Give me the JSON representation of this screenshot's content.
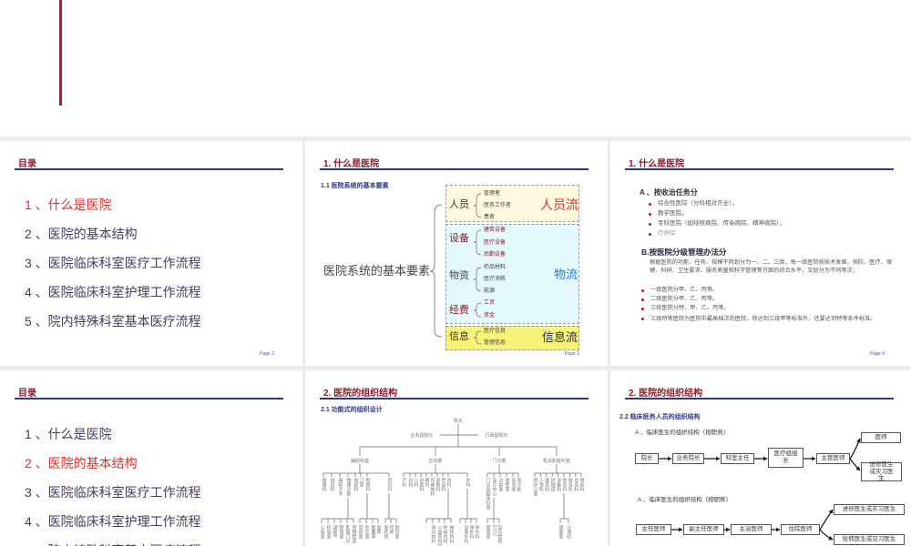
{
  "colors": {
    "title": "#8b1a2b",
    "underline": "#2e3a87",
    "highlight": "#e0302a",
    "people_flow": "#e0302a",
    "material_flow": "#1e7fd0",
    "info_flow": "#1f2a44"
  },
  "toc": {
    "title": "目录",
    "items": [
      "1 、什么是医院",
      "2 、医院的基本结构",
      "3 、医院临床科室医疗工作流程",
      "4 、医院临床科室护理工作流程",
      "5 、院内特殊科室基本医疗流程"
    ],
    "page": "Page 2"
  },
  "slide3": {
    "title": "1. 什么是医院",
    "subtitle": "1.1  医院系统的基本要素",
    "main": "医院系统的基本要素",
    "people": {
      "label": "人员",
      "items": [
        "管理者",
        "医务工作者",
        "患者"
      ],
      "flow": "人员流"
    },
    "equipment": {
      "label": "设备",
      "items": [
        "建筑设备",
        "医疗设备",
        "后勤设备"
      ]
    },
    "materials": {
      "label": "物资",
      "items": [
        "药品材料",
        "医疗消耗",
        "能源"
      ]
    },
    "funds": {
      "label": "经费",
      "items": [
        "工资",
        "资金"
      ]
    },
    "material_flow": "物流",
    "info": {
      "label": "信息",
      "items": [
        "医疗信息",
        "管理信息"
      ],
      "flow": "信息流"
    },
    "page": "Page 3"
  },
  "slide4": {
    "title": "1. 什么是医院",
    "a_head": "A 、按收治任务分",
    "a_items": [
      "综合性医院（分科相对齐全），",
      "教学医院，",
      "专科医院（如结核病院、传染病院、精神病院），",
      "疗养院 ."
    ],
    "b_head": "B.按医院分级管理办法分",
    "b_para": "根据医院的功能、任务、规模不同划分为一、二、三级，每一级医院按技术发展、预防、医疗、保健、科研、卫生要求、服务质量和科学管理等方面的综合水平，又划分为不同等次；",
    "b_items": [
      "一级医院分甲、乙、丙等。",
      "二级医院分甲、乙、丙等。",
      "三级医院分特、甲、乙、丙等。",
      "三级特等医院为医院中最高档次的医院，除达到三级甲等标准外，还要达到特等条件标准。"
    ],
    "page": "Page 4"
  },
  "slide6": {
    "title": "2. 医院的组织结构",
    "subtitle": "2.1  功能式的组织设计",
    "org": {
      "root": "院长",
      "vice": [
        "业务副院长",
        "行政副院长"
      ],
      "groups": [
        {
          "name": "辅助科室",
          "depts": [
            {
              "name": "病理科"
            },
            {
              "name": "供应科"
            },
            {
              "name": "麻醉手术"
            },
            {
              "name": "物理诊断",
              "children": [
                "心电室",
                "机电室",
                "B超室",
                "腔镜室",
                "乳腺门诊",
                "胃肠检查"
              ]
            },
            {
              "name": "放射科"
            },
            {
              "name": "门室"
            },
            {
              "name": "检验科",
              "children": [
                "常规室",
                "生化室",
                "细菌库",
                "血库"
              ]
            },
            {
              "name": "药剂科",
              "children": [
                "发药房",
                "药库",
                "制剂室"
              ]
            }
          ]
        },
        {
          "name": "住院部",
          "depts": [
            {
              "name": "产科"
            },
            {
              "name": "妇科"
            },
            {
              "name": "儿科"
            },
            {
              "name": "中医科"
            },
            {
              "name": "眼科"
            },
            {
              "name": "耳鼻喉科"
            },
            {
              "name": "皮肤科"
            },
            {
              "name": "传染科"
            },
            {
              "name": "内科",
              "children": [
                "…",
                "消化内科",
                "心血管内科",
                "呼吸内科",
                "神经内科"
              ]
            },
            {
              "name": "外科",
              "children": [
                "…",
                "泌尿外科",
                "骨外科",
                "普外科"
              ]
            }
          ]
        },
        {
          "name": "门诊部",
          "depts": [
            {
              "name": "门诊各临床科室"
            },
            {
              "name": "急诊中心",
              "children": [
                "留观室",
                "EICU",
                "急诊检验"
              ]
            },
            {
              "name": "注射室"
            },
            {
              "name": "收费室"
            },
            {
              "name": "挂号室"
            },
            {
              "name": "导诊处"
            }
          ]
        },
        {
          "name": "机关职能科室",
          "depts": [
            {
              "name": "院办公室"
            },
            {
              "name": "人事科"
            },
            {
              "name": "医务科"
            },
            {
              "name": "护理部"
            },
            {
              "name": "设备科"
            },
            {
              "name": "信息科",
              "children": [
                "病案室",
                "计算机"
              ]
            },
            {
              "name": "财务科"
            },
            {
              "name": "总务科"
            },
            {
              "name": "保安科"
            }
          ]
        }
      ]
    }
  },
  "slide7": {
    "title": "2. 医院的组织结构",
    "subtitle": "2.2  临床医务人员的组织结构",
    "a_head": "A 、临床医生的组织结构（按职务）",
    "row1": [
      "院长",
      "业务院长",
      "科室主任",
      "医疗组组长",
      "主管医师"
    ],
    "row1_branches": [
      "医师",
      "进修医生或实习医生"
    ],
    "b_head": "A 、临床医生的组织结构（按职称）",
    "row2": [
      "主任医师",
      "副主任医师",
      "主治医师",
      "住院医师"
    ],
    "row2_branches": [
      "进修医生或实习医生",
      "轮转医生或见习医生"
    ]
  }
}
